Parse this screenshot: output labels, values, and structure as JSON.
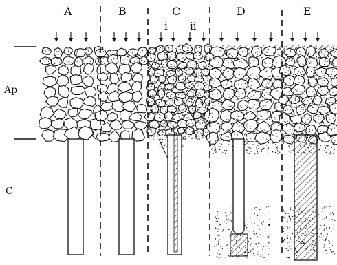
{
  "labels": {
    "horizon_top": "Ap",
    "horizon_bottom": "C",
    "columns": [
      "A",
      "B",
      "C",
      "D",
      "E"
    ],
    "sub_columns": [
      "i",
      "ii"
    ]
  },
  "colors": {
    "ink": "#111111",
    "background": "#ffffff"
  }
}
